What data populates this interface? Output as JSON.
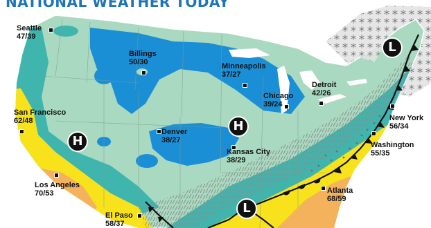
{
  "heading": "NATIONAL WEATHER TODAY",
  "cities": [
    {
      "name": "Seattle",
      "temp": "47/39"
    },
    {
      "name": "Billings",
      "temp": "50/30"
    },
    {
      "name": "Minneapolis",
      "temp": "37/27"
    },
    {
      "name": "Detroit",
      "temp": "42/26"
    },
    {
      "name": "Chicago",
      "temp": "39/24"
    },
    {
      "name": "San Francisco",
      "temp": "62/48"
    },
    {
      "name": "Denver",
      "temp": "38/27"
    },
    {
      "name": "Kansas City",
      "temp": "38/29"
    },
    {
      "name": "New York",
      "temp": "56/34"
    },
    {
      "name": "Washington",
      "temp": "55/35"
    },
    {
      "name": "Los Angeles",
      "temp": "70/53"
    },
    {
      "name": "Atlanta",
      "temp": "68/59"
    },
    {
      "name": "El Paso",
      "temp": "58/37"
    }
  ],
  "pressure_systems": [
    {
      "label": "H",
      "type": "high"
    },
    {
      "label": "H",
      "type": "high"
    },
    {
      "label": "L",
      "type": "low"
    },
    {
      "label": "L",
      "type": "low"
    }
  ],
  "colors": {
    "heading": "#1f74b5",
    "land_mild": "#a9d9c0",
    "cold_blue": "#1b8fd6",
    "teal": "#3fb5ae",
    "yellow_warm": "#f8e21c",
    "orange_hot": "#f3b25b",
    "precip_gray": "#d9d9d9",
    "front_black": "#111111"
  }
}
